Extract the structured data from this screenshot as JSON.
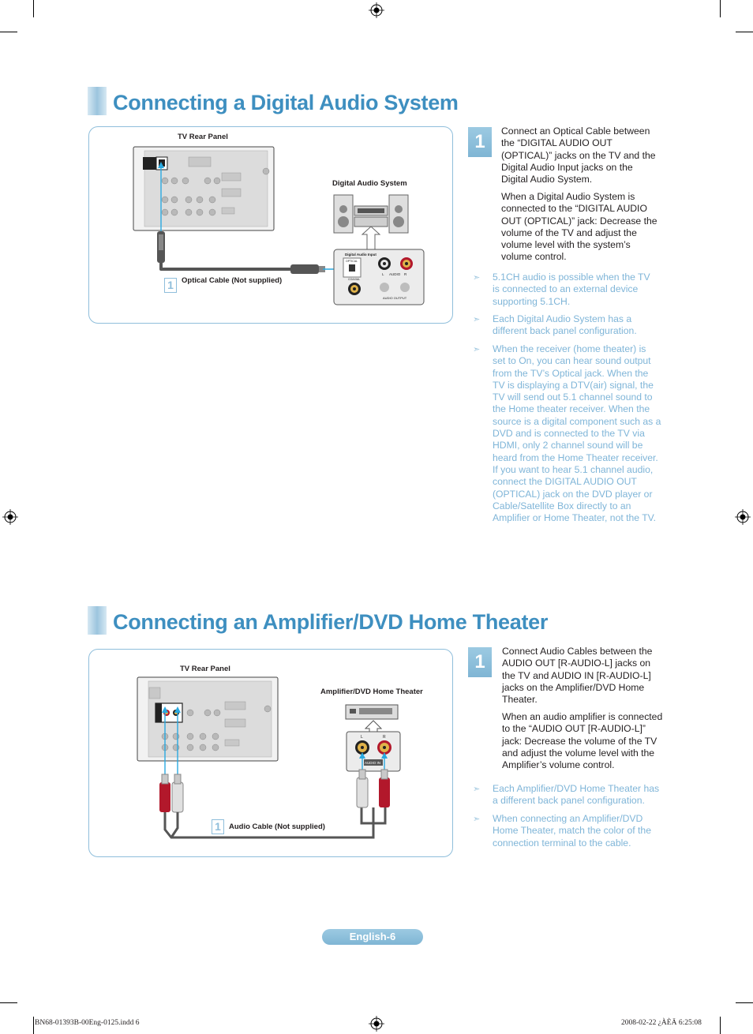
{
  "section1": {
    "title": "Connecting a Digital Audio System",
    "figure": {
      "tv_label": "TV Rear Panel",
      "system_label": "Digital Audio System",
      "cable_number": "1",
      "cable_label": "Optical Cable (Not supplied)",
      "system_jack_title": "Digital Audio Input",
      "system_optical": "OPTICAL",
      "system_coaxial": "COAXIAL",
      "system_audio_l": "L",
      "system_audio_text": "AUDIO",
      "system_audio_r": "R",
      "system_audio_output": "AUDIO OUTPUT"
    },
    "step_number": "1",
    "step_paragraphs": [
      "Connect an Optical Cable between the “DIGITAL AUDIO OUT (OPTICAL)” jacks on the TV and the Digital Audio Input jacks on the Digital Audio System.",
      "When a Digital Audio System is connected to the “DIGITAL AUDIO OUT (OPTICAL)” jack: Decrease the volume of the TV and adjust the volume level with the system’s volume control."
    ],
    "notes": [
      "5.1CH audio is possible when the TV is connected to an external device supporting 5.1CH.",
      "Each Digital Audio System has a different back panel configuration.",
      "When the receiver (home theater) is set to On, you can hear sound output from the TV’s Optical jack. When the TV is displaying a DTV(air) signal, the TV will send out 5.1 channel sound to the Home theater receiver. When the source is a digital component such as a DVD and is connected to the TV via HDMI, only 2 channel sound will be heard from the Home Theater receiver. If you want to hear 5.1 channel audio, connect the DIGITAL AUDIO OUT (OPTICAL) jack on the DVD player or Cable/Satellite Box directly to an Amplifier or Home Theater, not the TV."
    ]
  },
  "section2": {
    "title": "Connecting an Amplifier/DVD Home Theater",
    "figure": {
      "tv_label": "TV Rear Panel",
      "amp_label": "Amplifier/DVD Home Theater",
      "cable_number": "1",
      "cable_label": "Audio Cable (Not supplied)",
      "amp_l": "L",
      "amp_r": "R",
      "amp_audio_in": "AUDIO IN"
    },
    "step_number": "1",
    "step_paragraphs": [
      "Connect Audio Cables between the AUDIO OUT [R-AUDIO-L] jacks on the TV and AUDIO IN [R-AUDIO-L] jacks on the Amplifier/DVD Home Theater.",
      "When an audio amplifier is connected to the “AUDIO OUT [R-AUDIO-L]” jack: Decrease the volume of the TV and adjust the volume level with the Amplifier’s volume control."
    ],
    "notes": [
      "Each Amplifier/DVD Home Theater has a different back panel configuration.",
      "When connecting an Amplifier/DVD Home Theater, match the color of the connection terminal to the cable."
    ]
  },
  "footer": {
    "page_label": "English-6",
    "slug_left": "BN68-01393B-00Eng-0125.indd   6",
    "slug_right": "2008-02-22   ¿ÀÈÄ 6:25:08"
  },
  "colors": {
    "accent_blue": "#3e8fc0",
    "note_blue": "#7fb5d8",
    "border_blue": "#8fbedb",
    "cable_blue": "#29a9e0",
    "plug_red": "#b2182b"
  }
}
